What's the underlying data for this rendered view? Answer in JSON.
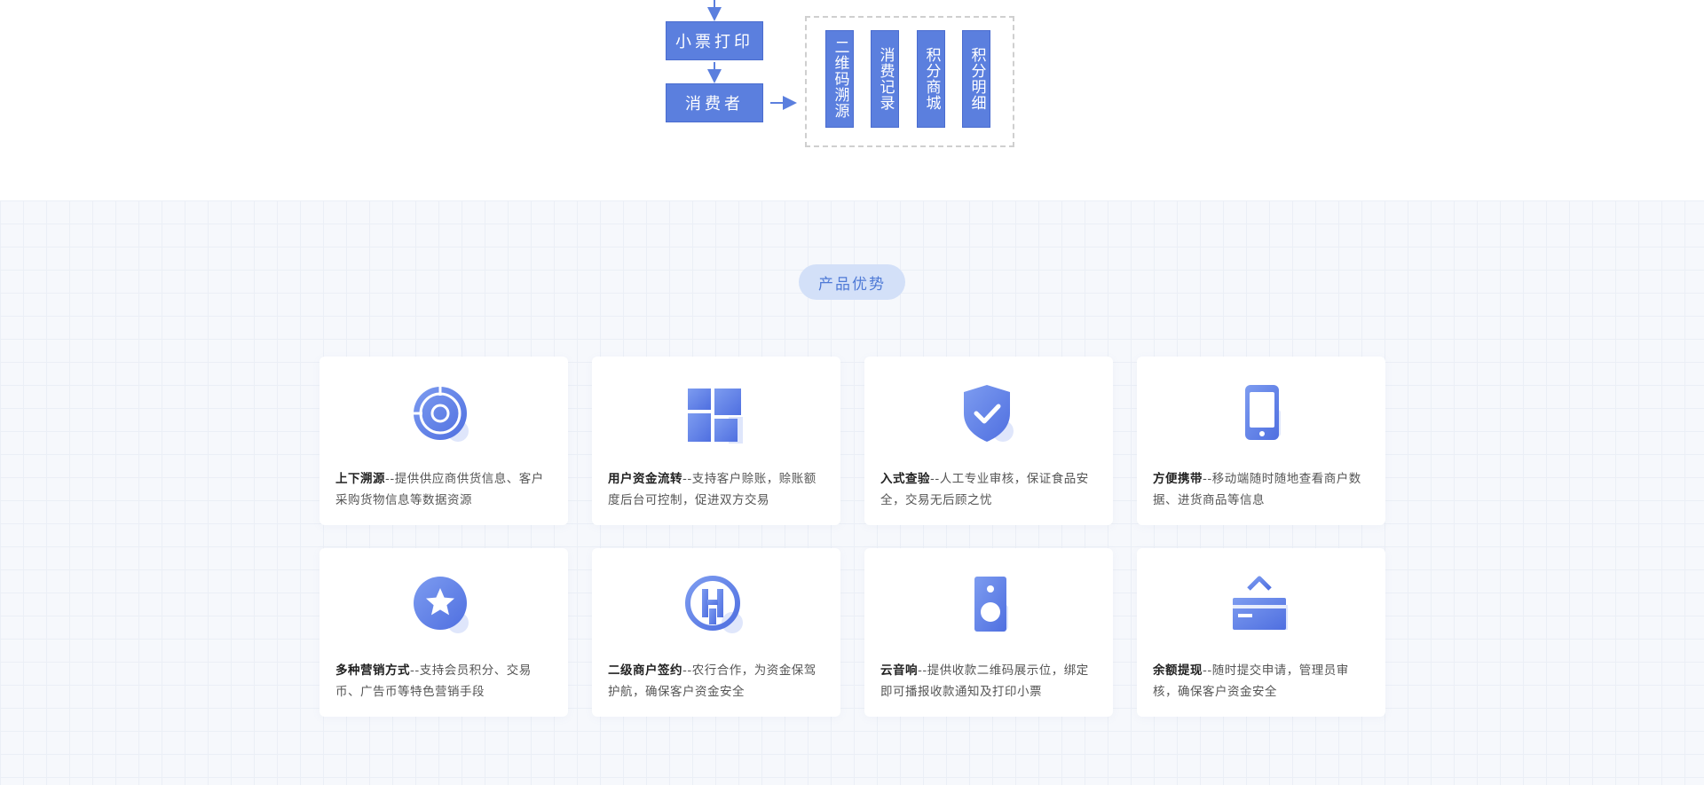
{
  "flow": {
    "print_label": "小票打印",
    "consumer_label": "消费者",
    "features": [
      "二维码溯源",
      "消费记录",
      "积分商城",
      "积分明细"
    ]
  },
  "advantages": {
    "title": "产品优势",
    "cards": [
      {
        "title": "上下溯源",
        "text": "--提供供应商供货信息、客户采购货物信息等数据资源",
        "icon": "target-icon"
      },
      {
        "title": "用户资金流转",
        "text": "--支持客户赊账，赊账额度后台可控制，促进双方交易",
        "icon": "grid-blocks-icon"
      },
      {
        "title": "入式查验",
        "text": "--人工专业审核，保证食品安全，交易无后顾之忧",
        "icon": "shield-check-icon"
      },
      {
        "title": "方便携带",
        "text": "--移动端随时随地查看商户数据、进货商品等信息",
        "icon": "mobile-phone-icon"
      },
      {
        "title": "多种营销方式",
        "text": "--支持会员积分、交易币、广告币等特色营销手段",
        "icon": "star-badge-icon"
      },
      {
        "title": "二级商户签约",
        "text": "--农行合作，为资金保驾护航，确保客户资金安全",
        "icon": "bank-logo-icon"
      },
      {
        "title": "云音响",
        "text": "--提供收款二维码展示位，绑定即可播报收款通知及打印小票",
        "icon": "speaker-icon"
      },
      {
        "title": "余额提现",
        "text": "--随时提交申请，管理员审核，确保客户资金安全",
        "icon": "card-upload-icon"
      }
    ]
  },
  "colors": {
    "accent": "#5b7fde",
    "pill_bg": "#d3e0f8",
    "pill_text": "#4f7ad6",
    "section_bg": "#f6f8fc"
  }
}
